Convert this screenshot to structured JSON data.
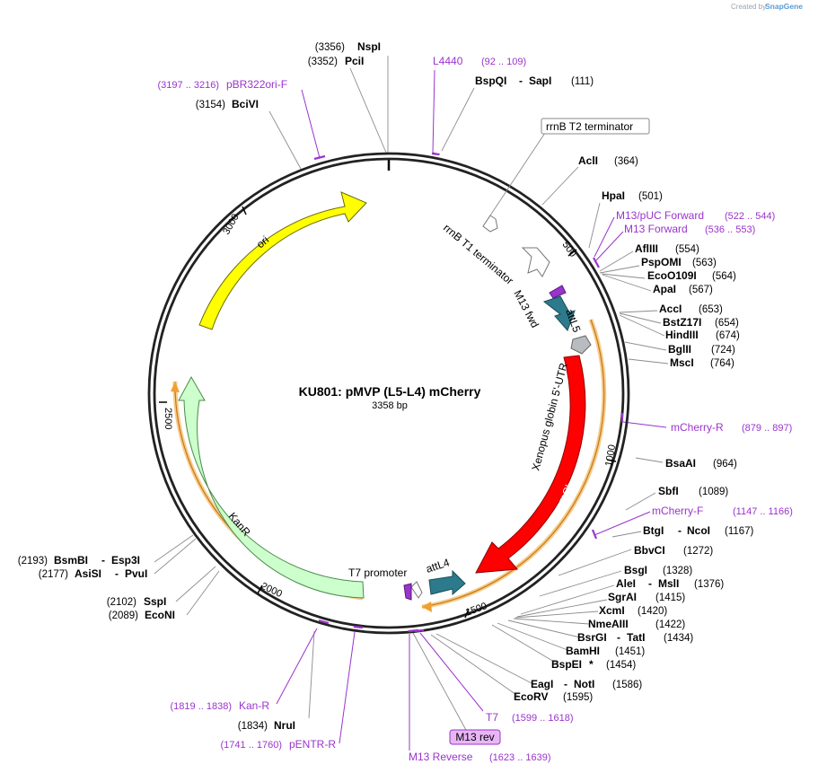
{
  "brand": {
    "created_by": "Created by",
    "name": "SnapGene"
  },
  "map": {
    "name": "KU801: pMVP (L5-L4) mCherry",
    "size": "3358 bp"
  },
  "ticks": [
    "500",
    "1000",
    "1500",
    "2000",
    "2500",
    "3000"
  ],
  "features": {
    "ori": "ori",
    "kanr": "KanR",
    "rrnb_t1": "rrnB T1 terminator",
    "rrnb_t2": "rrnB T2 terminator",
    "m13_fwd": "M13 fwd",
    "attl5": "attL5",
    "xenopus": "Xenopus globin 5'-UTR",
    "mcherry": "mCherry",
    "t7_promoter": "T7 promoter",
    "attl4": "attL4",
    "m13_rev": "M13 rev"
  },
  "enzymes": [
    {
      "name": "NspI",
      "pos": "(3356)"
    },
    {
      "name": "PciI",
      "pos": "(3352)"
    },
    {
      "name": "BciVI",
      "pos": "(3154)"
    },
    {
      "name": "BspQI",
      "sep": "-",
      "name2": "SapI",
      "pos": "(111)"
    },
    {
      "name": "AclI",
      "pos": "(364)"
    },
    {
      "name": "HpaI",
      "pos": "(501)"
    },
    {
      "name": "AflIII",
      "pos": "(554)"
    },
    {
      "name": "PspOMI",
      "pos": "(563)"
    },
    {
      "name": "EcoO109I",
      "pos": "(564)"
    },
    {
      "name": "ApaI",
      "pos": "(567)"
    },
    {
      "name": "AccI",
      "pos": "(653)"
    },
    {
      "name": "BstZ17I",
      "pos": "(654)"
    },
    {
      "name": "HindIII",
      "pos": "(674)"
    },
    {
      "name": "BglII",
      "pos": "(724)"
    },
    {
      "name": "MscI",
      "pos": "(764)"
    },
    {
      "name": "BsaAI",
      "pos": "(964)"
    },
    {
      "name": "SbfI",
      "pos": "(1089)"
    },
    {
      "name": "BtgI",
      "sep": "-",
      "name2": "NcoI",
      "pos": "(1167)"
    },
    {
      "name": "BbvCI",
      "pos": "(1272)"
    },
    {
      "name": "BsgI",
      "pos": "(1328)"
    },
    {
      "name": "AleI",
      "sep": "-",
      "name2": "MslI",
      "pos": "(1376)"
    },
    {
      "name": "SgrAI",
      "pos": "(1415)"
    },
    {
      "name": "XcmI",
      "pos": "(1420)"
    },
    {
      "name": "NmeAIII",
      "pos": "(1422)"
    },
    {
      "name": "BsrGI",
      "sep": "-",
      "name2": "TatI",
      "pos": "(1434)"
    },
    {
      "name": "BamHI",
      "pos": "(1451)"
    },
    {
      "name": "BspEI",
      "star": "*",
      "pos": "(1454)"
    },
    {
      "name": "EagI",
      "sep": "-",
      "name2": "NotI",
      "pos": "(1586)"
    },
    {
      "name": "EcoRV",
      "pos": "(1595)"
    },
    {
      "name": "NruI",
      "pos": "(1834)"
    },
    {
      "name": "EcoNI",
      "pos": "(2089)"
    },
    {
      "name": "SspI",
      "pos": "(2102)"
    },
    {
      "name": "AsiSI",
      "sep": "-",
      "name2": "PvuI",
      "pos": "(2177)"
    },
    {
      "name": "BsmBI",
      "sep": "-",
      "name2": "Esp3I",
      "pos": "(2193)"
    }
  ],
  "primers": [
    {
      "name": "L4440",
      "range": "(92 .. 109)"
    },
    {
      "name": "pBR322ori-F",
      "range": "(3197 .. 3216)"
    },
    {
      "name": "M13/pUC Forward",
      "range": "(522 .. 544)"
    },
    {
      "name": "M13 Forward",
      "range": "(536 .. 553)"
    },
    {
      "name": "mCherry-R",
      "range": "(879 .. 897)"
    },
    {
      "name": "mCherry-F",
      "range": "(1147 .. 1166)"
    },
    {
      "name": "T7",
      "range": "(1599 .. 1618)"
    },
    {
      "name": "M13 Reverse",
      "range": "(1623 .. 1639)"
    },
    {
      "name": "Kan-R",
      "range": "(1819 .. 1838)"
    },
    {
      "name": "pENTR-R",
      "range": "(1741 .. 1760)"
    }
  ],
  "colors": {
    "ori": "#ffff00",
    "kanr": "#ccffcc",
    "mcherry": "#ff0000",
    "att": "#2c7a8c",
    "primer": "#9a34cc",
    "orange_band": "#f0a030",
    "terminator": "#ffffff",
    "m13_rev_box": "#e8b6f5"
  }
}
